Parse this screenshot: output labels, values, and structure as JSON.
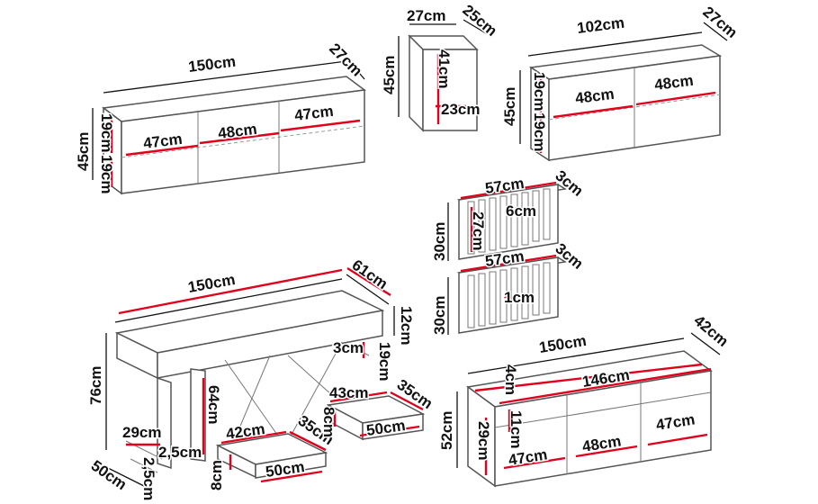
{
  "colors": {
    "accent": "#e0001b",
    "line": "#555555",
    "text": "#111111"
  },
  "modules": {
    "shelf_long": {
      "width": "150cm",
      "depth": "27cm",
      "height": "45cm",
      "gap_top": "19cm",
      "gap_bottom": "19cm",
      "bay1": "47cm",
      "bay2": "48cm",
      "bay3": "47cm"
    },
    "shelf_small": {
      "width": "27cm",
      "depth": "25cm",
      "height": "45cm",
      "inner_height": "41cm",
      "inner_width": "23cm"
    },
    "shelf_medium": {
      "width": "102cm",
      "depth": "27cm",
      "height": "45cm",
      "gap_top": "19cm",
      "gap_bottom": "19cm",
      "bay1": "48cm",
      "bay2": "48cm"
    },
    "panel_a": {
      "width": "57cm",
      "depth": "3cm",
      "height": "30cm",
      "inner": "27cm",
      "slat": "6cm"
    },
    "panel_b": {
      "width": "57cm",
      "depth": "3cm",
      "height": "30cm",
      "slat": "1cm"
    },
    "desk": {
      "width": "150cm",
      "depth": "61cm",
      "height": "76cm",
      "top_thickness": "12cm",
      "edge": "3cm",
      "drawer_front": "19cm",
      "leg_height": "64cm",
      "foot": "29cm",
      "base_depth": "50cm",
      "plate_a": "2,5cm",
      "plate_b": "2,5cm"
    },
    "drawer_left": {
      "width": "42cm",
      "depth": "35cm",
      "length": "50cm",
      "height": "8cm"
    },
    "drawer_right": {
      "width": "43cm",
      "depth": "35cm",
      "length": "50cm",
      "height": "8cm"
    },
    "sideboard": {
      "width": "150cm",
      "depth": "42cm",
      "height": "52cm",
      "inner_width": "146cm",
      "top_gap": "4cm",
      "drawer_height": "11cm",
      "door_height": "29cm",
      "bay1": "47cm",
      "bay2": "48cm",
      "bay3": "47cm"
    }
  }
}
